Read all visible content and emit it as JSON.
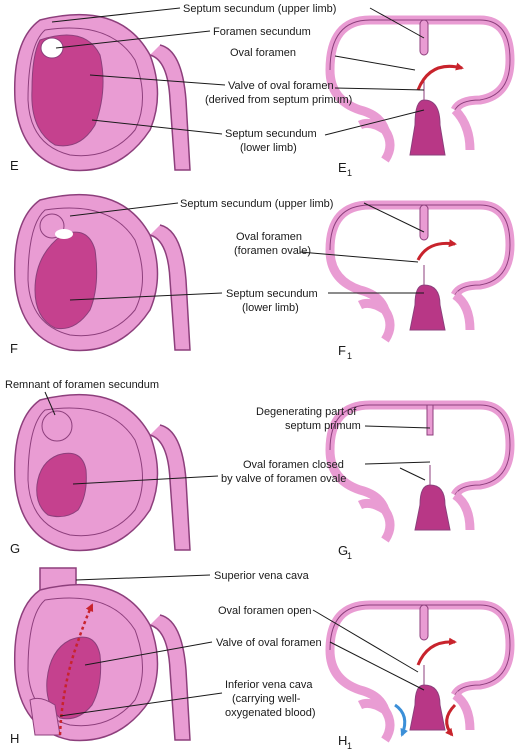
{
  "colors": {
    "background": "#ffffff",
    "atrium_fill": "#e99cd3",
    "atrium_stroke": "#8d3f7c",
    "valve_fill": "#c5418e",
    "septum_fill": "#b83786",
    "blood_red": "#c8232c",
    "blood_blue": "#3b8fd8",
    "leader": "#1a1a1a"
  },
  "panels": {
    "E": {
      "letter": "E",
      "letter1": "E",
      "sub": "1",
      "labels": {
        "septum_secundum_upper": "Septum secundum (upper limb)",
        "foramen_secundum": "Foramen secundum",
        "oval_foramen": "Oval foramen",
        "valve_line1": "Valve of oval foramen",
        "valve_line2": "(derived from septum primum)",
        "septum_secundum_lower_line1": "Septum secundum",
        "septum_secundum_lower_line2": "(lower limb)"
      }
    },
    "F": {
      "letter": "F",
      "letter1": "F",
      "sub": "1",
      "labels": {
        "septum_secundum_upper": "Septum secundum (upper limb)",
        "oval_foramen_line1": "Oval foramen",
        "oval_foramen_line2": "(foramen ovale)",
        "septum_secundum_lower_line1": "Septum secundum",
        "septum_secundum_lower_line2": "(lower limb)"
      }
    },
    "G": {
      "letter": "G",
      "letter1": "G",
      "sub": "1",
      "labels": {
        "remnant": "Remnant of foramen secundum",
        "degenerating_line1": "Degenerating part of",
        "degenerating_line2": "septum primum",
        "oval_closed_line1": "Oval foramen closed",
        "oval_closed_line2": "by valve of foramen ovale"
      }
    },
    "H": {
      "letter": "H",
      "letter1": "H",
      "sub": "1",
      "labels": {
        "svc": "Superior vena cava",
        "oval_open": "Oval foramen open",
        "valve": "Valve of oval foramen",
        "ivc_line1": "Inferior vena cava",
        "ivc_line2": "(carrying well-",
        "ivc_line3": "oxygenated blood)"
      }
    }
  }
}
